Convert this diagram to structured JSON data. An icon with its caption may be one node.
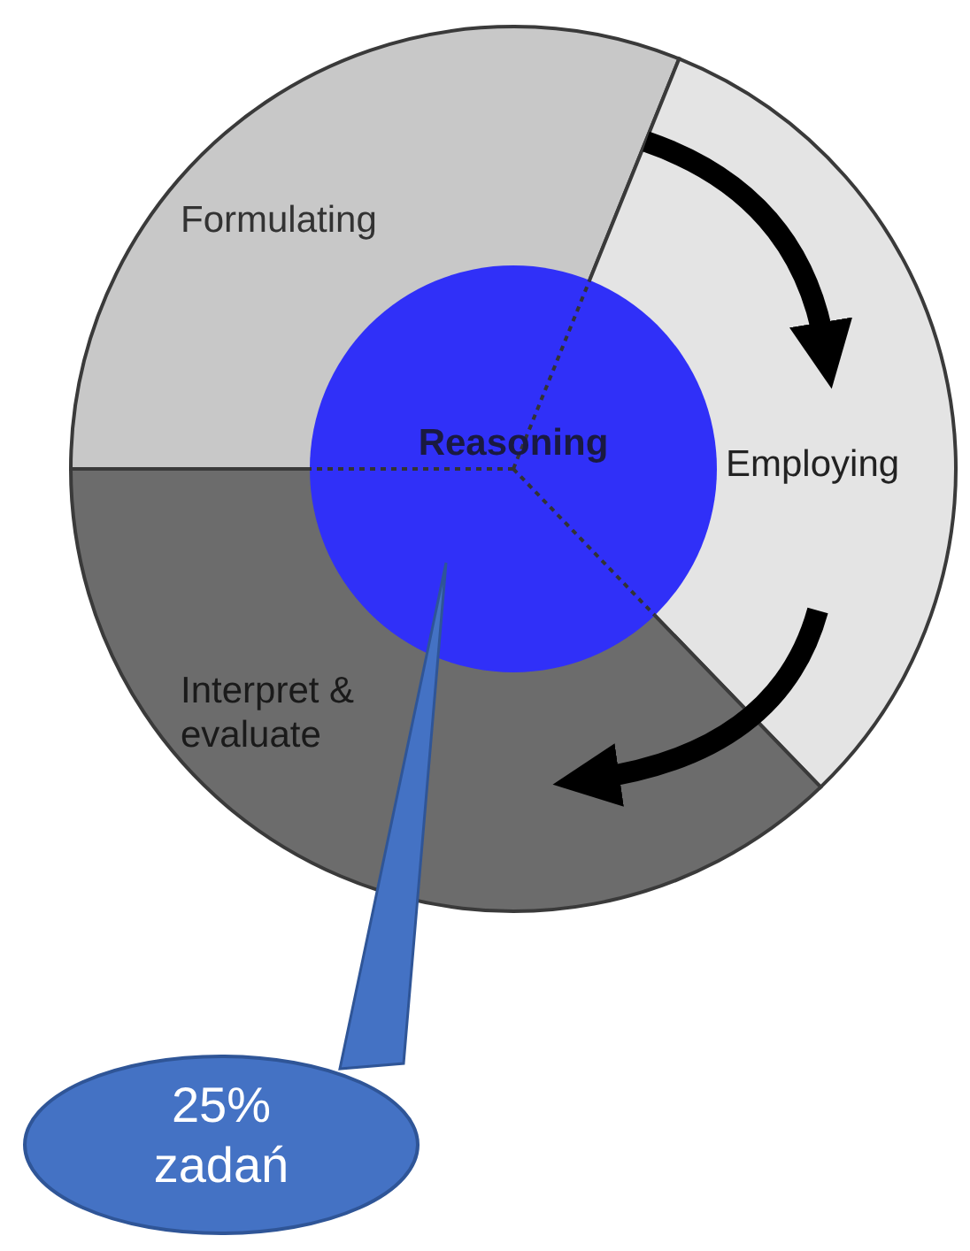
{
  "diagram": {
    "nodes": [
      {
        "text": [
          "Formulating"
        ]
      },
      {
        "text": [
          "Employing"
        ]
      },
      {
        "text": [
          "Interpret & evaluate"
        ]
      },
      {
        "text": [
          "Reasoning"
        ]
      },
      {
        "text": [
          "25% zadań"
        ]
      }
    ],
    "edges": [
      {
        "from": 0,
        "to": 1,
        "arrow": "to"
      },
      {
        "from": 1,
        "to": 2,
        "arrow": "to"
      },
      {
        "from": 4,
        "to": 3,
        "arrow": "none"
      }
    ]
  }
}
